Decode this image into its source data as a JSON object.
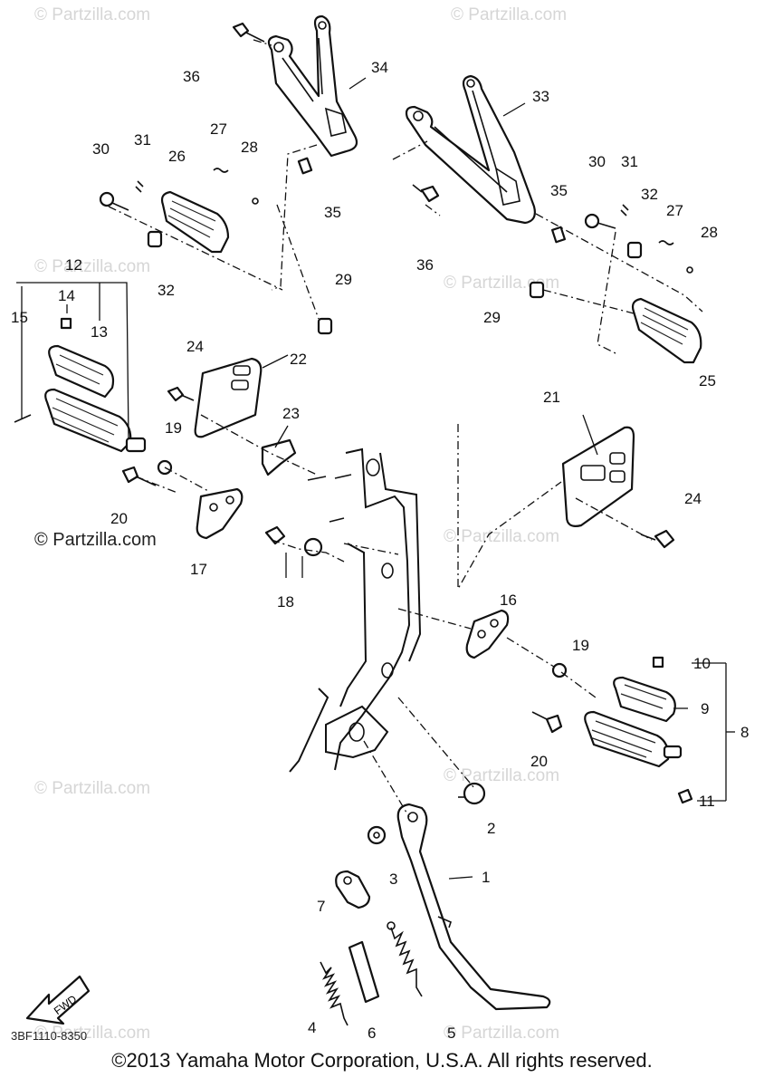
{
  "watermark": "© Partzilla.com",
  "watermark_prominent": "© Partzilla.com",
  "diagram_code": "3BF1110-8350",
  "fwd_label": "FWD",
  "copyright": "©2013 Yamaha Motor Corporation, U.S.A. All rights reserved.",
  "callouts": {
    "c1": "1",
    "c2": "2",
    "c3": "3",
    "c4": "4",
    "c5": "5",
    "c6": "6",
    "c7": "7",
    "c8": "8",
    "c9": "9",
    "c10": "10",
    "c11": "11",
    "c12": "12",
    "c13": "13",
    "c14": "14",
    "c15": "15",
    "c16": "16",
    "c17": "17",
    "c18": "18",
    "c19a": "19",
    "c19b": "19",
    "c20a": "20",
    "c20b": "20",
    "c21": "21",
    "c22": "22",
    "c23": "23",
    "c24a": "24",
    "c24b": "24",
    "c25": "25",
    "c26": "26",
    "c27a": "27",
    "c27b": "27",
    "c28a": "28",
    "c28b": "28",
    "c29a": "29",
    "c29b": "29",
    "c30a": "30",
    "c30b": "30",
    "c31a": "31",
    "c31b": "31",
    "c32a": "32",
    "c32b": "32",
    "c33": "33",
    "c34": "34",
    "c35a": "35",
    "c35b": "35",
    "c36a": "36",
    "c36b": "36"
  }
}
